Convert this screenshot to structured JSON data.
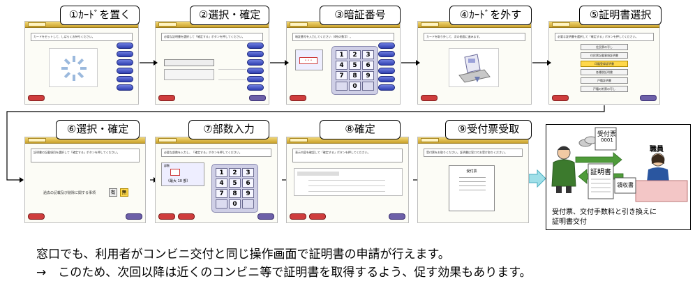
{
  "steps": [
    {
      "label": "①ｶｰﾄﾞを置く",
      "message": "カードをセットして、しばらくお待ちください。"
    },
    {
      "label": "②選択・確定",
      "message": "必要な証明書を選択して「確定する」ボタンを押してください。"
    },
    {
      "label": "③暗証番号",
      "message": "暗証番号を入力してください（4桁の数字）。"
    },
    {
      "label": "④ｶｰﾄﾞを外す",
      "message": "カードを取り外して、次の画面に進みます。"
    },
    {
      "label": "⑤証明書選択",
      "message": "必要な証明書を選択して「確定する」ボタンを押してください。"
    },
    {
      "label": "⑥選択・確定",
      "message": "証明書の記載項目を選択して「確定する」ボタンを押してください。"
    },
    {
      "label": "⑦部数入力",
      "message": "必要な部数を入力し、「確定する」ボタンを押してください。"
    },
    {
      "label": "⑧確定",
      "message": "表示内容を確認して「確定する」ボタンを押してください。"
    },
    {
      "label": "⑨受付票受取",
      "message": "受付票をお取りください。証明書は窓口でお受け取りください。"
    }
  ],
  "cert_options": [
    "住民票の写し",
    "住民票記載事項証明書",
    "印鑑登録証明書",
    "各種税証明書",
    "戸籍証明書",
    "戸籍の附票の写し"
  ],
  "keypad_keys": [
    "1",
    "2",
    "3",
    "4",
    "5",
    "6",
    "7",
    "8",
    "9",
    "",
    "0",
    ""
  ],
  "step6": {
    "question": "過去の記載及び削除に関する事項",
    "yes": "有",
    "no": "無"
  },
  "step7": {
    "box_label": "部数",
    "max": "（最大 10 部）"
  },
  "step9": {
    "ticket_title": "受付票"
  },
  "counter": {
    "staff_label": "職員",
    "receipt_label": "受付票",
    "receipt_number": "0001",
    "fee_label": "領収書",
    "cert_label": "証明書",
    "caption_line1": "受付票、交付手数料と引き換えに",
    "caption_line2": "証明書交付"
  },
  "footer": {
    "line1": "窓口でも、利用者がコンビニ交付と同じ操作画面で証明書の申請が行えます。",
    "line2": "→　このため、次回以降は近くのコンビニ等で証明書を取得するよう、促す効果もあります。"
  },
  "colors": {
    "accent_gold": "#caa22c",
    "blue_button": "#2f3fb0",
    "teal_arrow": "#9fdfe8"
  }
}
